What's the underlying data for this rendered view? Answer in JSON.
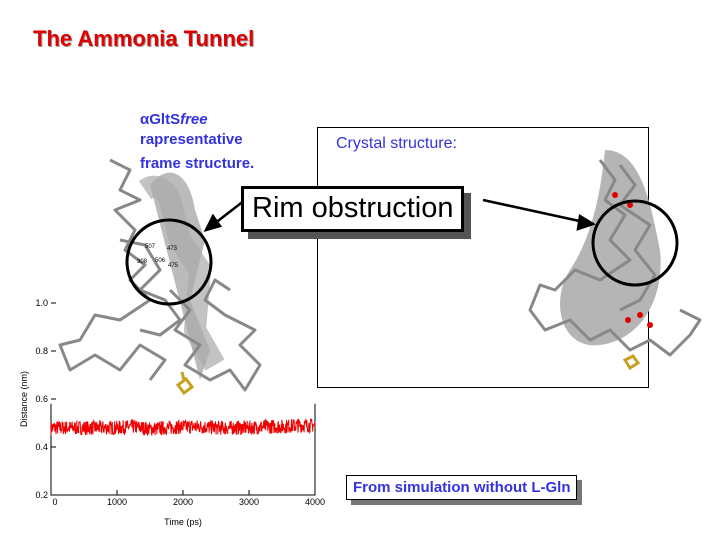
{
  "slide": {
    "title": "The Ammonia Tunnel",
    "left_caption": {
      "prefix": "α",
      "name": "GltS",
      "italic": "free",
      "line2": "rapresentative",
      "line3": "frame structure."
    },
    "crystal_label": "Crystal structure:",
    "callout": "Rim obstruction",
    "footer_note": "From simulation without L-Gln",
    "residue_labels": [
      "507",
      "473",
      "308",
      "506",
      "475"
    ]
  },
  "chart_data": {
    "type": "line",
    "title": "",
    "xlabel": "Time (ps)",
    "ylabel": "Distance (nm)",
    "xlim": [
      0,
      4000
    ],
    "ylim": [
      0.2,
      1.0
    ],
    "xticks": [
      "0",
      "1000",
      "2000",
      "3000",
      "4000"
    ],
    "yticks": [
      "0.2",
      "0.4",
      "0.6",
      "0.8",
      "1.0"
    ],
    "series": [
      {
        "name": "distance",
        "color": "#ee0000",
        "x": [
          0,
          250,
          500,
          750,
          1000,
          1250,
          1500,
          1750,
          2000,
          2250,
          2500,
          2750,
          3000,
          3250,
          3500,
          3750,
          4000
        ],
        "y": [
          0.48,
          0.48,
          0.48,
          0.48,
          0.48,
          0.485,
          0.475,
          0.48,
          0.485,
          0.485,
          0.48,
          0.48,
          0.48,
          0.485,
          0.485,
          0.49,
          0.49
        ],
        "noise_amplitude": 0.03
      }
    ]
  }
}
